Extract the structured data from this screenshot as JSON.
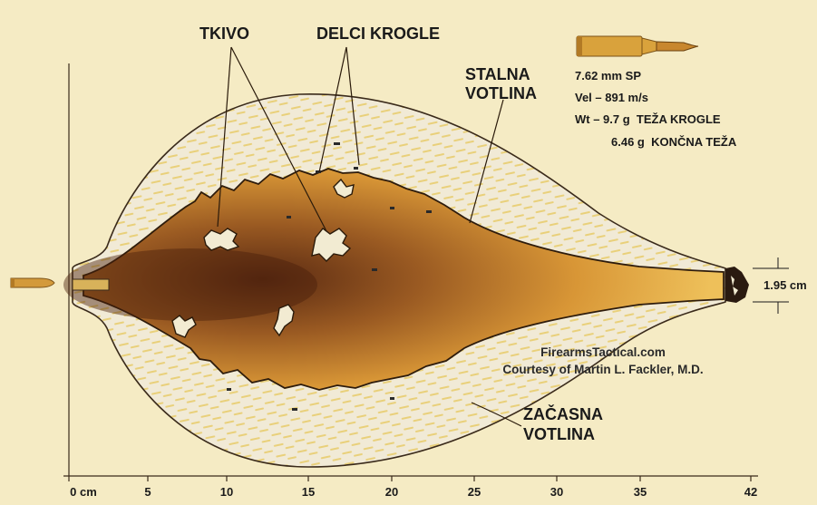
{
  "labels": {
    "tissue": "TKIVO",
    "bullet_fragments": "DELCI KROGLE",
    "permanent_cavity": [
      "STALNA",
      "VOTLINA"
    ],
    "temporary_cavity": [
      "ZAČASNA",
      "VOTLINA"
    ],
    "exit_diameter": "1.95 cm"
  },
  "specs": {
    "caliber": "7.62 mm SP",
    "velocity": "Vel – 891 m/s",
    "weight_prefix": "Wt – 9.7 g",
    "weight_label": "TEŽA KROGLE",
    "final_value": "6.46 g",
    "final_label": "KONČNA TEŽA"
  },
  "credit": [
    "FirearmsTactical.com",
    "Courtesy of Martin L. Fackler, M.D."
  ],
  "axis": {
    "ticks": [
      "0  cm",
      "5",
      "10",
      "15",
      "20",
      "25",
      "30",
      "35",
      "42"
    ]
  },
  "colors": {
    "background": "#f5ebc4",
    "temporary_cavity": "#f1ead6",
    "permanent_cavity": "#e2a43c",
    "bullet": "#d39a3b",
    "outline": "#3a2a1a"
  }
}
